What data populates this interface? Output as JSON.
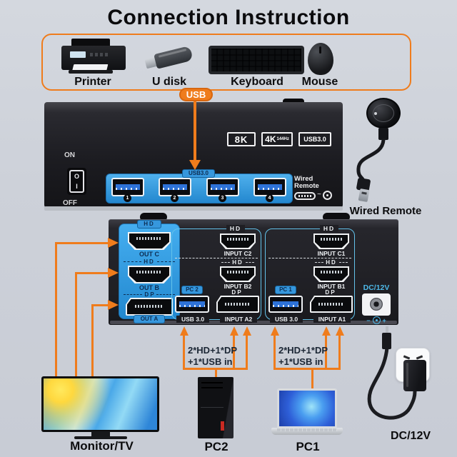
{
  "title": "Connection Instruction",
  "colors": {
    "accent_orange": "#EF7C1C",
    "port_blue": "#2F9CE6",
    "label_navy": "#0D2D52",
    "dc_blue": "#4DB8E8"
  },
  "top_devices": {
    "printer_label": "Printer",
    "udisk_label": "U disk",
    "keyboard_label": "Keyboard",
    "mouse_label": "Mouse"
  },
  "usb_flow": {
    "badge": "USB"
  },
  "front_panel": {
    "power_on": "ON",
    "power_off": "OFF",
    "switch_o": "O",
    "switch_i": "I",
    "badge_8k": "8K",
    "badge_4k": "4K",
    "badge_4k_sub": "144Hz",
    "badge_usb": "USB3.0",
    "usb_hub_tab": "USB3.0",
    "port_numbers": [
      "1",
      "2",
      "3",
      "4"
    ],
    "wired_remote_line1": "Wired",
    "wired_remote_line2": "Remote"
  },
  "wired_remote": {
    "caption": "Wired Remote"
  },
  "rear_panel": {
    "out_group": {
      "tab_top": "HD",
      "out_c": "OUT C",
      "hd_mid": "HD",
      "out_b": "OUT B",
      "dp": "D P",
      "tab_bottom": "OUT A"
    },
    "pc2": {
      "hd_top": "HD",
      "input_c": "INPUT C2",
      "hd_mid": "HD",
      "input_b": "INPUT B2",
      "dp": "D P",
      "tab": "PC 2",
      "usb": "USB 3.0",
      "input_a": "INPUT A2"
    },
    "pc1": {
      "hd_top": "HD",
      "input_c": "INPUT C1",
      "hd_mid": "HD",
      "input_b": "INPUT B1",
      "dp": "D P",
      "tab": "PC 1",
      "usb": "USB 3.0",
      "input_a": "INPUT A1"
    },
    "dc_port_label": "DC/12V",
    "polarity_minus": "−",
    "polarity_plus": "+"
  },
  "connection_notes": {
    "pc2_line1": "2*HD+1*DP",
    "pc2_line2": "+1*USB in",
    "pc1_line1": "2*HD+1*DP",
    "pc1_line2": "+1*USB in"
  },
  "bottom_devices": {
    "monitor_label": "Monitor/TV",
    "pc2_label": "PC2",
    "pc1_label": "PC1",
    "power_label": "DC/12V"
  }
}
